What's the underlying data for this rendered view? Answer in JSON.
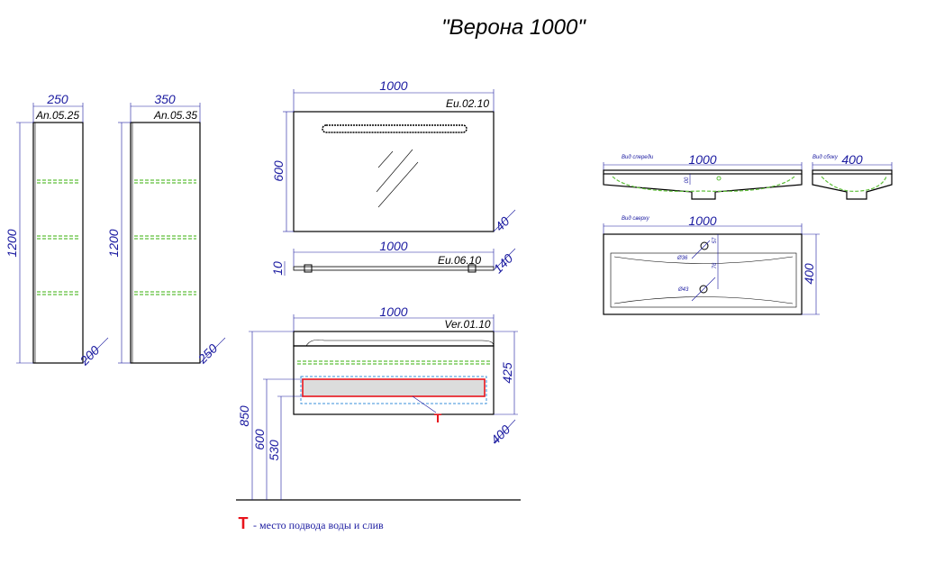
{
  "title": "\"Верона 1000\"",
  "cabinet_250": {
    "width": "250",
    "code": "An.05.25",
    "height": "1200",
    "depth": "200"
  },
  "cabinet_350": {
    "width": "350",
    "code": "An.05.35",
    "height": "1200",
    "depth": "250"
  },
  "mirror": {
    "width": "1000",
    "code": "Eu.02.10",
    "height": "600",
    "depth": "40"
  },
  "shelf": {
    "width": "1000",
    "code": "Eu.06.10",
    "thickness": "10",
    "depth": "140"
  },
  "vanity": {
    "width": "1000",
    "code": "Ver.01.10",
    "height": "425",
    "depth": "400",
    "floor_height": "850",
    "mount_600": "600",
    "mount_530": "530",
    "marker": "T"
  },
  "sink_front": {
    "label": "Вид спереди",
    "width": "1000",
    "small_dim": "00"
  },
  "sink_side": {
    "label": "Вид сбоку",
    "width": "400"
  },
  "sink_top": {
    "label": "Вид сверху",
    "width": "1000",
    "depth": "400",
    "d36": "Ø36",
    "d43": "Ø43",
    "dim_57": "57",
    "dim_76": "76"
  },
  "legend": {
    "marker": "T",
    "text": "- место подвода воды и слив"
  },
  "colors": {
    "dimension": "#1a1aa0",
    "shelf_green": "#5fbf3a",
    "marker_red": "#e8141c",
    "dashed_blue": "#3a8fd8"
  }
}
